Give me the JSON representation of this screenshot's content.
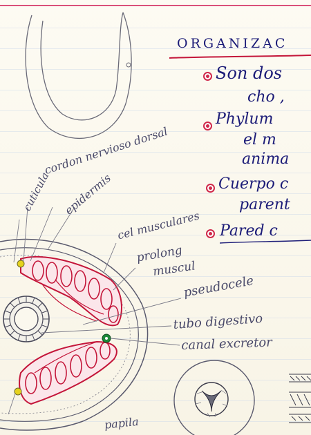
{
  "title": "ORGANIZAC",
  "notes": [
    {
      "line1": "Son dos",
      "line2": "cho ,"
    },
    {
      "line1": "Phylum",
      "line2": "el m",
      "line3": "anima"
    },
    {
      "line1": "Cuerpo c",
      "line2": "parent"
    },
    {
      "line1": "Pared c"
    }
  ],
  "labels": {
    "cordon_nervioso": "cordon nervioso dorsal",
    "cuticula": "cuticula",
    "epidermis": "epidermis",
    "cel_musculares": "cel musculares",
    "prolong_muscul_1": "prolong",
    "prolong_muscul_2": "muscul",
    "pseudocele": "pseudocele",
    "tubo_digestivo": "tubo digestivo",
    "canal_excretor": "canal excretor",
    "papila": "papila"
  },
  "colors": {
    "ink_pencil": "#5a5a6e",
    "ink_blue": "#1c1c78",
    "ink_red": "#c4163a",
    "nerve_yellow": "#e6d21e",
    "excretory_green": "#1e8a3a",
    "margin_pink": "#d9507a"
  }
}
